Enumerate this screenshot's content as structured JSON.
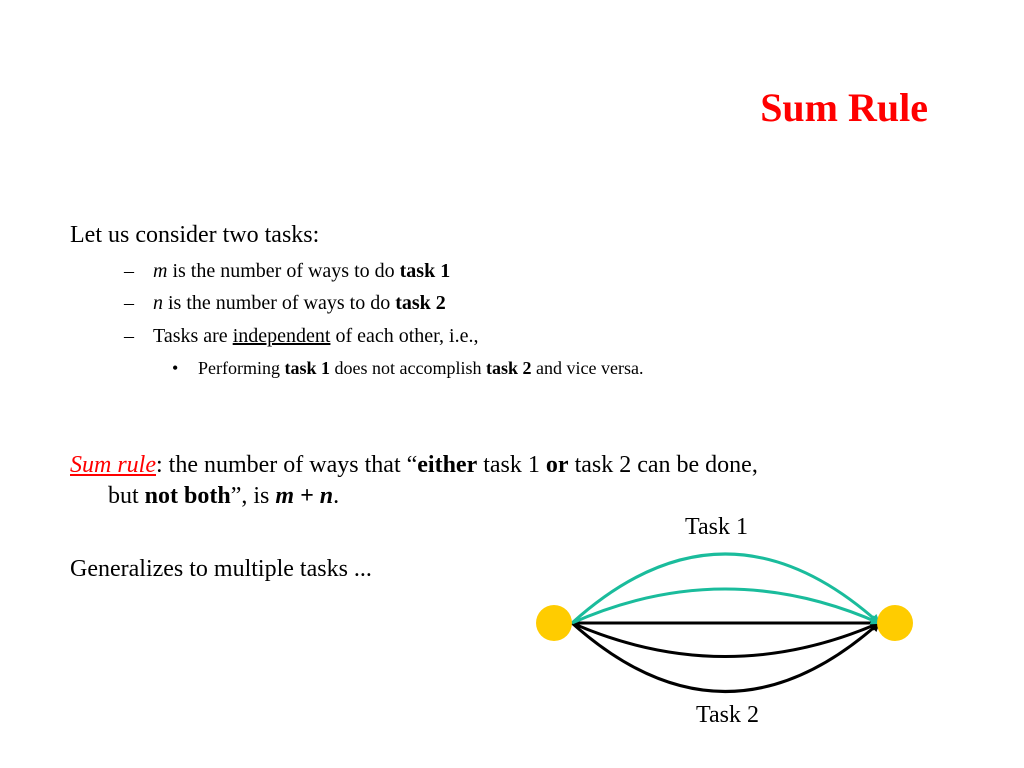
{
  "slide": {
    "title": "Sum Rule",
    "intro": "Let us consider two tasks:",
    "items": [
      {
        "dash": "–",
        "var": "m",
        "text": " is the number of ways to do ",
        "bold": "task 1"
      },
      {
        "dash": "–",
        "var": "n",
        "text": " is the number of ways to do ",
        "bold": "task 2"
      }
    ],
    "item3": {
      "dash": "–",
      "pre": "Tasks are ",
      "underlined": "independent",
      "post": " of each other, i.e.,"
    },
    "bullet": {
      "mark": "•",
      "pre": "Performing ",
      "b1": "task 1",
      "mid": " does not accomplish ",
      "b2": "task 2",
      "post": " and vice versa."
    },
    "rule": {
      "link": "Sum rule",
      "t1": ": the number of ways that “",
      "either": "either",
      "t2": " task 1 ",
      "or": "or",
      "t3": " task 2 can be done,",
      "t4": "but ",
      "notboth": "not both",
      "t5": "”, is ",
      "formula": "m + n",
      "t6": "."
    },
    "generalize": "Generalizes to multiple tasks ..."
  },
  "diagram": {
    "task1_label": "Task 1",
    "task2_label": "Task 2",
    "node_color": "#ffcc00",
    "task1_color": "#1abc9c",
    "task2_color": "#000000"
  }
}
